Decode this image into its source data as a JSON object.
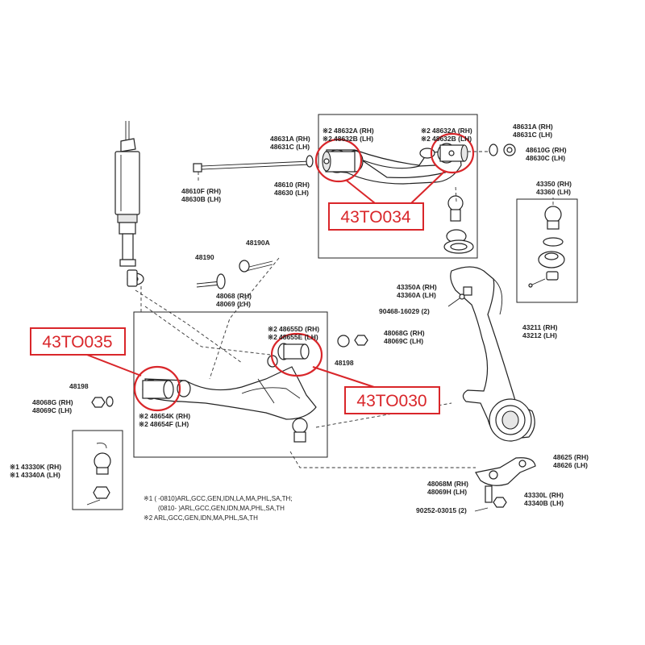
{
  "callouts": {
    "upper_arm": "43TO034",
    "lower_arm_rear": "43TO035",
    "lower_arm_front": "43TO030"
  },
  "parts": {
    "p48631A": "48631A (RH)",
    "p48631C": "48631C (LH)",
    "p48632A_l": "48632A (RH)",
    "p48632B_l": "48632B (LH)",
    "p48632A_r": "48632A (RH)",
    "p48632B_r": "48632B (LH)",
    "p48631A_r": "48631A (RH)",
    "p48631C_r": "48631C (LH)",
    "p48610G": "48610G (RH)",
    "p48630C": "48630C (LH)",
    "p48610F": "48610F (RH)",
    "p48630B": "48630B (LH)",
    "p48610": "48610 (RH)",
    "p48630": "48630 (LH)",
    "p43350": "43350 (RH)",
    "p43360": "43360 (LH)",
    "p48190": "48190",
    "p48190A": "48190A",
    "p48068": "48068 (RH)",
    "p48069": "48069 (LH)",
    "p43350A": "43350A (RH)",
    "p43360A": "43360A (LH)",
    "p90468": "90468-16029 (2)",
    "p48655D": "48655D (RH)",
    "p48655E": "48655E (LH)",
    "p48068G_r": "48068G (RH)",
    "p48069C_r": "48069C (LH)",
    "p48198_r": "48198",
    "p43211": "43211 (RH)",
    "p43212": "43212 (LH)",
    "p48198_l": "48198",
    "p48068G_l": "48068G (RH)",
    "p48069C_l": "48069C (LH)",
    "p48654K": "48654K (RH)",
    "p48654F": "48654F (LH)",
    "p43330K": "43330K (RH)",
    "p43340A": "43340A (LH)",
    "p48625": "48625 (RH)",
    "p48626": "48626 (LH)",
    "p48068M": "48068M (RH)",
    "p48069H": "48069H (LH)",
    "p43330L": "43330L (RH)",
    "p43340B": "43340B (LH)",
    "p90252": "90252-03015 (2)"
  },
  "marks": {
    "m2": "※2",
    "m1": "※1"
  },
  "notes": {
    "n1a": "※1 (        -0810)ARL,GCC,GEN,IDN,LA,MA,PHL,SA,TH;",
    "n1b": "(0810-        )ARL,GCC,GEN,IDN,MA,PHL,SA,TH",
    "n2": "※2  ARL,GCC,GEN,IDN,MA,PHL,SA,TH"
  }
}
